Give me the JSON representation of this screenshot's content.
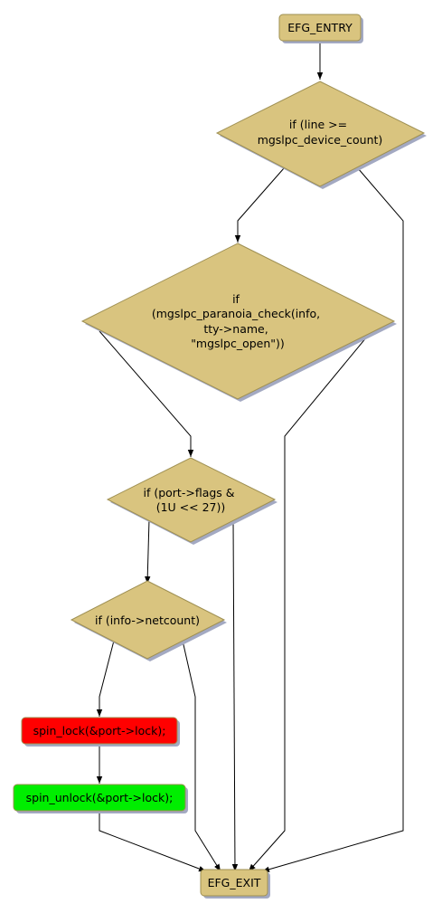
{
  "colors": {
    "node_fill": "#d9c47f",
    "node_border": "#9e8f52",
    "shadow": "#a3a9c2",
    "red": "#ff0000",
    "green": "#00ee00"
  },
  "nodes": {
    "entry": "EFG_ENTRY",
    "exit": "EFG_EXIT",
    "cond_line": [
      "if (line >=",
      "mgslpc_device_count)"
    ],
    "cond_paranoia": [
      "if",
      "(mgslpc_paranoia_check(info,",
      "tty->name,",
      "\"mgslpc_open\"))"
    ],
    "cond_flags": [
      "if (port->flags &",
      "(1U << 27))"
    ],
    "cond_netcount": [
      "if (info->netcount)"
    ],
    "spin_lock": "spin_lock(&port->lock);",
    "spin_unlock": "spin_unlock(&port->lock);"
  }
}
